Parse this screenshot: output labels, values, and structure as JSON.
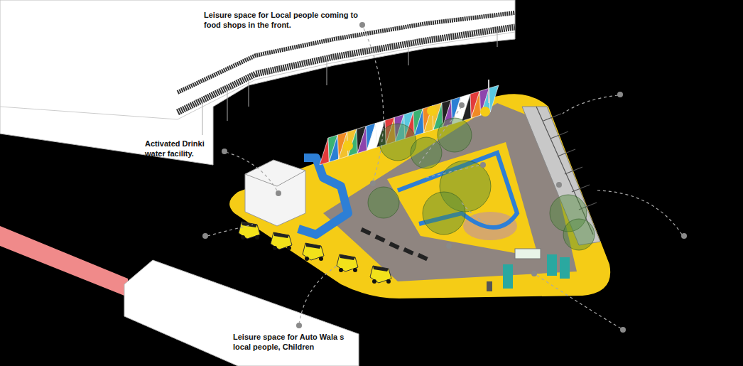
{
  "diagram": {
    "labels": [
      "Leisure space for Local people coming to food shops in the front.",
      "Activated Drinki water facility.",
      "Leisure space for Auto Wala s local people, Children"
    ]
  }
}
